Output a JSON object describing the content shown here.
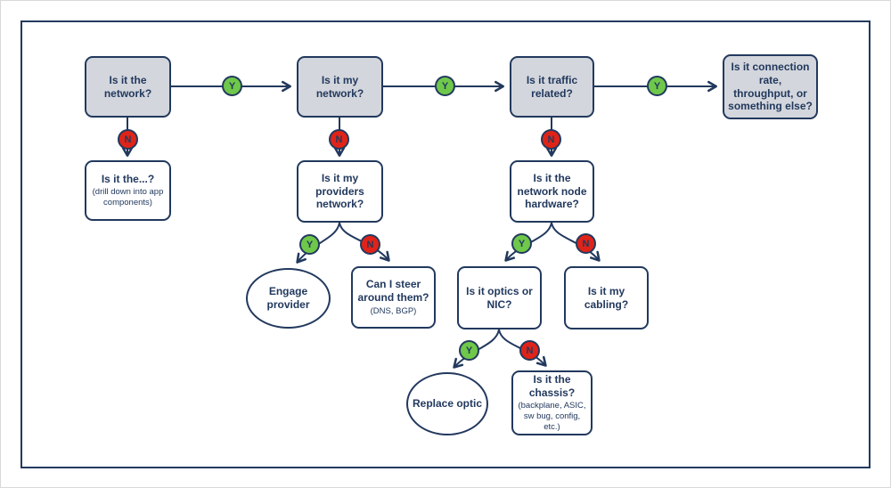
{
  "labels": {
    "yes": "Y",
    "no": "N"
  },
  "nodes": {
    "q_network": {
      "label": "Is it the network?"
    },
    "q_my_network": {
      "label": "Is it my network?"
    },
    "q_traffic": {
      "label": "Is it traffic related?"
    },
    "q_connection": {
      "label": "Is it connection rate, throughput, or something else?"
    },
    "q_the_what": {
      "label": "Is it the...?",
      "sublabel": "(drill down into app components)"
    },
    "q_providers": {
      "label": "Is it my providers network?"
    },
    "q_node_hw": {
      "label": "Is it the network node hardware?"
    },
    "engage_provider": {
      "label": "Engage provider"
    },
    "q_steer": {
      "label": "Can I steer around them?",
      "sublabel": "(DNS, BGP)"
    },
    "q_optics": {
      "label": "Is it optics or NIC?"
    },
    "q_cabling": {
      "label": "Is it my cabling?"
    },
    "replace_optic": {
      "label": "Replace optic"
    },
    "q_chassis": {
      "label": "Is it the chassis?",
      "sublabel": "(backplane, ASIC, sw bug, config, etc.)"
    }
  },
  "colors": {
    "navy": "#22395E",
    "green": "#6FC84A",
    "red": "#E02318",
    "box_gray": "#D3D6DC",
    "background": "#FFFFFF"
  }
}
